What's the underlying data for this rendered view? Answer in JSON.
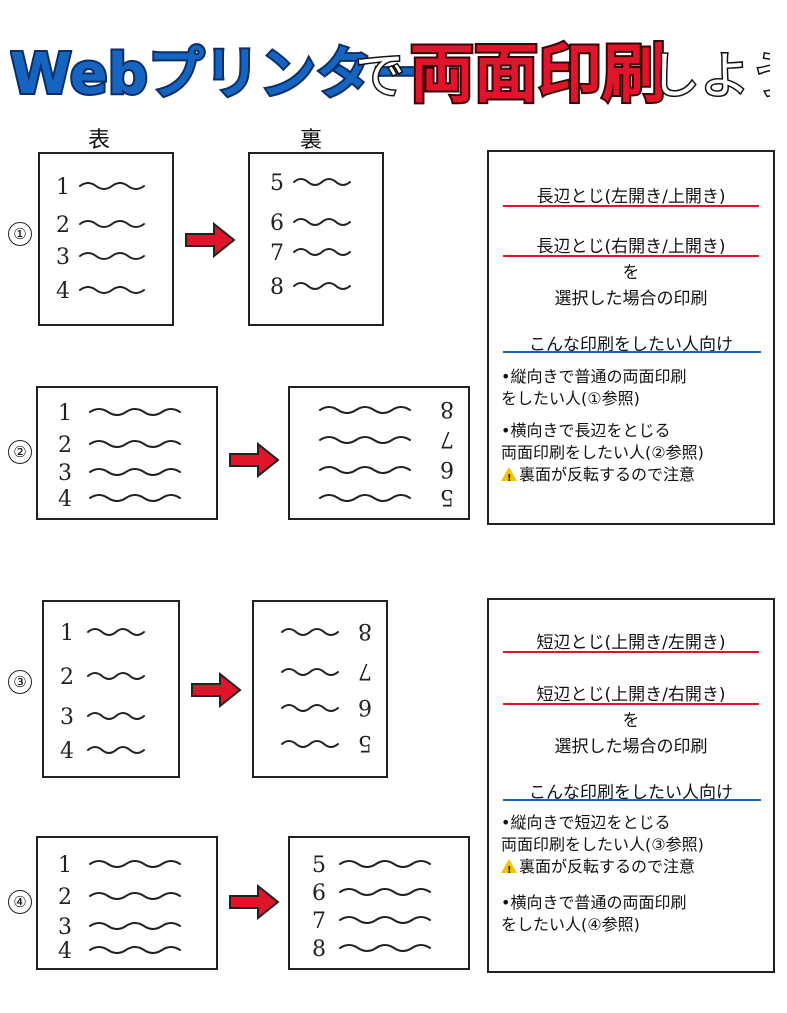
{
  "title": {
    "part1": "Webプリンター",
    "part2": "で",
    "part3": "両面印刷",
    "part4": "しよう"
  },
  "columns": {
    "front": "表",
    "back": "裏"
  },
  "rows": [
    {
      "num": "①",
      "front": [
        "1",
        "2",
        "3",
        "4"
      ],
      "back": [
        "5",
        "6",
        "7",
        "8"
      ],
      "rotated": false
    },
    {
      "num": "②",
      "front": [
        "1",
        "2",
        "3",
        "4"
      ],
      "back": [
        "8",
        "7",
        "6",
        "5"
      ],
      "rotated": true
    },
    {
      "num": "③",
      "front": [
        "1",
        "2",
        "3",
        "4"
      ],
      "back": [
        "8",
        "7",
        "6",
        "5"
      ],
      "rotated": true
    },
    {
      "num": "④",
      "front": [
        "1",
        "2",
        "3",
        "4"
      ],
      "back": [
        "5",
        "6",
        "7",
        "8"
      ],
      "rotated": false
    }
  ],
  "panel1": {
    "opt1": "長辺とじ(左開き/上開き)",
    "opt2": "長辺とじ(右開き/上開き)",
    "wo": "を",
    "selected": "選択した場合の印刷",
    "target": "こんな印刷をしたい人向け",
    "i1a": "•縦向きで普通の両面印刷",
    "i1b": "をしたい人(①参照)",
    "i2a": "•横向きで長辺をとじる",
    "i2b": "両面印刷をしたい人(②参照)",
    "i2c": "裏面が反転するので注意"
  },
  "panel2": {
    "opt1": "短辺とじ(上開き/左開き)",
    "opt2": "短辺とじ(上開き/右開き)",
    "wo": "を",
    "selected": "選択した場合の印刷",
    "target": "こんな印刷をしたい人向け",
    "i1a": "•縦向きで短辺をとじる",
    "i1b": "両面印刷をしたい人(③参照)",
    "i1c": "裏面が反転するので注意",
    "i2a": "•横向きで普通の両面印刷",
    "i2b": "をしたい人(④参照)"
  },
  "colors": {
    "red": "#e0142a",
    "blue": "#1565c0",
    "arrow": "#e0142a"
  },
  "icons": [
    "warning-icon",
    "right-arrow-icon"
  ]
}
